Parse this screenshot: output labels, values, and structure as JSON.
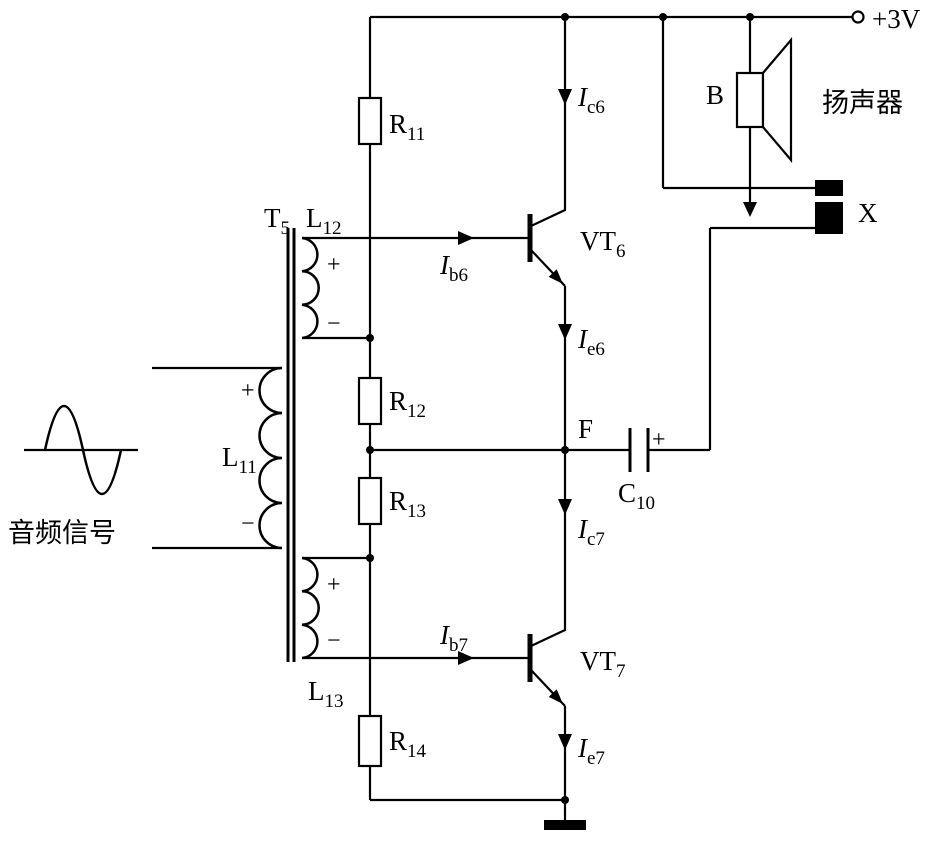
{
  "colors": {
    "ink": "#000000",
    "background": "#ffffff"
  },
  "power": {
    "label": "+3V"
  },
  "input": {
    "label": "音频信号"
  },
  "node_f": "F",
  "transformer": {
    "name": {
      "main": "T",
      "sub": "5"
    },
    "primary": {
      "label": {
        "main": "L",
        "sub": "11"
      },
      "plus": "+",
      "minus": "−"
    },
    "secondary_top": {
      "label": {
        "main": "L",
        "sub": "12"
      },
      "plus": "+",
      "minus": "−"
    },
    "secondary_bottom": {
      "label": {
        "main": "L",
        "sub": "13"
      },
      "plus": "+",
      "minus": "−"
    }
  },
  "resistors": {
    "r11": {
      "main": "R",
      "sub": "11"
    },
    "r12": {
      "main": "R",
      "sub": "12"
    },
    "r13": {
      "main": "R",
      "sub": "13"
    },
    "r14": {
      "main": "R",
      "sub": "14"
    }
  },
  "transistors": {
    "vt6": {
      "label": {
        "main": "VT",
        "sub": "6"
      },
      "ic": {
        "main": "I",
        "sub": "c6"
      },
      "ib": {
        "main": "I",
        "sub": "b6"
      },
      "ie": {
        "main": "I",
        "sub": "e6"
      }
    },
    "vt7": {
      "label": {
        "main": "VT",
        "sub": "7"
      },
      "ic": {
        "main": "I",
        "sub": "c7"
      },
      "ib": {
        "main": "I",
        "sub": "b7"
      },
      "ie": {
        "main": "I",
        "sub": "e7"
      }
    }
  },
  "capacitor": {
    "label": {
      "main": "C",
      "sub": "10"
    },
    "plus": "+"
  },
  "speaker": {
    "designator": "B",
    "label": "扬声器"
  },
  "jack": {
    "designator": "X"
  }
}
